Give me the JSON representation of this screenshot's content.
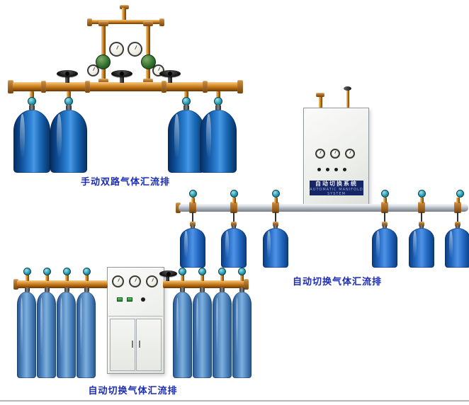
{
  "page": {
    "background": "#ffffff"
  },
  "colors": {
    "label_text": "#1c2db5",
    "brass_pipe": "#c07616",
    "silver_pipe": "#a8aeb5",
    "cylinder_dark_blue": "#1767b5",
    "cylinder_royal_blue": "#2268c0",
    "cylinder_light_blue": "#4f85bf",
    "valve_teal": "#2b9cb2",
    "cabinet": "#eceeea"
  },
  "products": [
    {
      "label": "手动双路气体汇流排",
      "cylinders": 4,
      "gauges": 4,
      "handwheel_valves": 3
    },
    {
      "label": "自动切换气体汇流排",
      "cylinders": 6,
      "gauges": 3,
      "nameplate": {
        "title": "自动切换系统",
        "subtitle": "AUTOMATIC MANIFOLD SYSTEM"
      }
    },
    {
      "label": "自动切换气体汇流排",
      "cylinders": 8,
      "gauges": 3
    }
  ]
}
